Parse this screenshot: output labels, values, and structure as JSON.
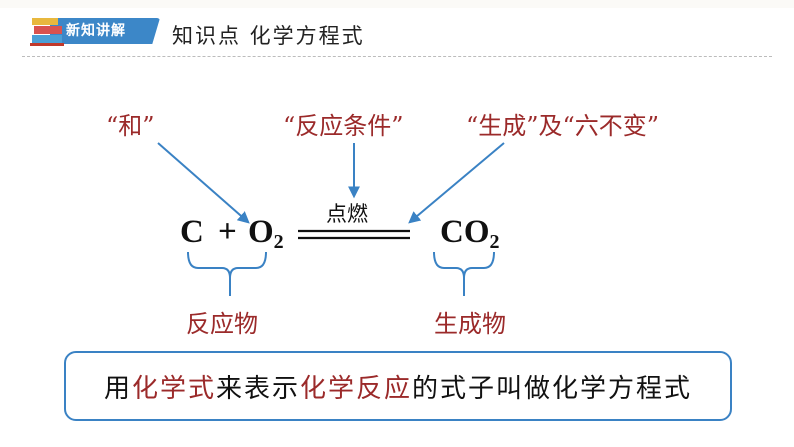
{
  "header": {
    "badge_label": "新知讲解",
    "subtitle": "知识点 化学方程式"
  },
  "annotations": {
    "he": "“和”",
    "condition": "“反应条件”",
    "product_and": "“生成”及“六不变”"
  },
  "equation": {
    "reactant_c": "C",
    "plus": "+",
    "reactant_o": "O",
    "reactant_o_sub": "2",
    "condition": "点燃",
    "product": "CO",
    "product_sub": "2"
  },
  "braces": {
    "reactants_label": "反应物",
    "products_label": "生成物"
  },
  "definition": {
    "part1": "用",
    "part2": "化学式",
    "part3": "来表示",
    "part4": "化学反应",
    "part5": "的式子叫做化学方程式"
  },
  "colors": {
    "accent_red": "#9b2a2a",
    "accent_blue": "#3a82c4"
  }
}
